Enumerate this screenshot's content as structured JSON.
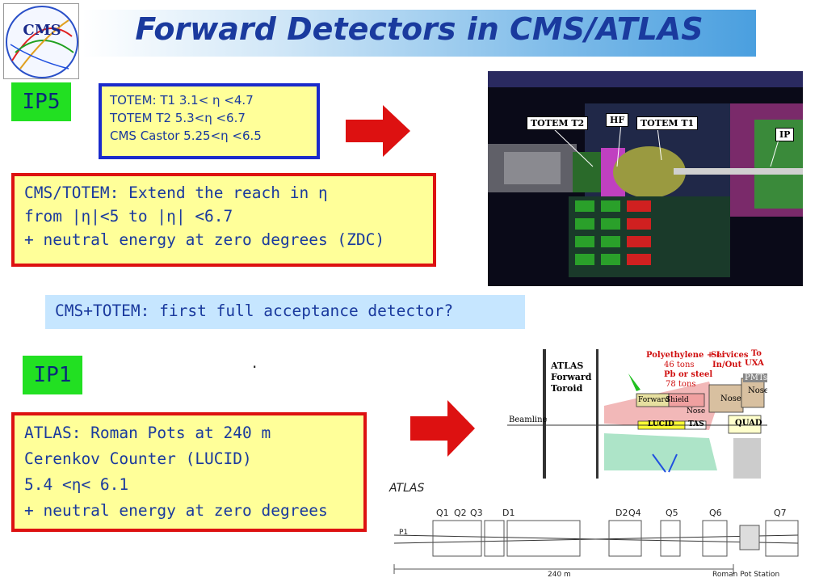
{
  "title": "Forward Detectors in CMS/ATLAS",
  "logo": {
    "text": "CMS"
  },
  "ip5": {
    "label": "IP5"
  },
  "totem_box": {
    "lines": [
      "TOTEM: T1  3.1< η <4.7",
      "TOTEM  T2  5.3<η <6.7",
      "CMS Castor 5.25<η <6.5"
    ]
  },
  "reach_box": {
    "lines": [
      "CMS/TOTEM: Extend the reach in η",
      "from |η|<5 to |η| <6.7",
      "+ neutral energy at zero degrees (ZDC)"
    ]
  },
  "question": "CMS+TOTEM: first full acceptance detector?",
  "dot": ".",
  "ip1": {
    "label": "IP1"
  },
  "atlas_box": {
    "lines": [
      "ATLAS: Roman Pots at 240 m",
      "Cerenkov Counter (LUCID)",
      "5.4 <η< 6.1",
      "+ neutral energy at zero degrees"
    ]
  },
  "cms_image": {
    "labels": [
      "TOTEM T2",
      "HF",
      "TOTEM T1",
      "IP"
    ]
  },
  "atlas_forward_image": {
    "labels": [
      "ATLAS",
      "Forward",
      "Toroid",
      "Polyethylene + Li",
      "46 tons",
      "Pb or steel",
      "78 tons",
      "Services",
      "In/Out",
      "To",
      "UXA",
      "PMTs",
      "Nose",
      "Nose",
      "Forward",
      "Shield",
      "Nose",
      "LUCID",
      "TAS",
      "QUAD",
      "Beamline"
    ]
  },
  "beamline_image": {
    "labels": [
      "ATLAS",
      "Q1",
      "Q2",
      "Q3",
      "D1",
      "D2",
      "Q4",
      "Q5",
      "Q6",
      "Q7",
      "P1",
      "240 m",
      "Roman Pot Station"
    ]
  },
  "colors": {
    "title": "#1a3a9e",
    "green_tag": "#22e022",
    "yellow_box": "#ffff99",
    "blue_border": "#1a2acc",
    "red_border": "#dd1111",
    "light_blue_box": "#c6e6ff",
    "arrow": "#dd1111"
  }
}
